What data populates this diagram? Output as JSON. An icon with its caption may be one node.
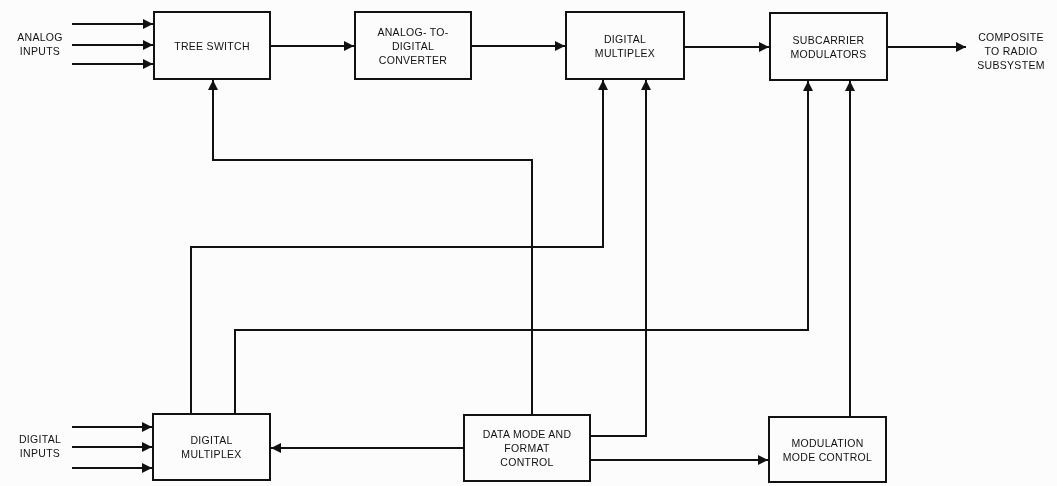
{
  "diagram": {
    "nodes": [
      {
        "text": [
          "TREE SWITCH"
        ]
      },
      {
        "text": [
          "ANALOG- TO-DIGITAL CONVERTER"
        ]
      },
      {
        "text": [
          "DIGITAL MULTIPLEX"
        ]
      },
      {
        "text": [
          "SUBCARRIER MODULATORS"
        ]
      },
      {
        "text": [
          "COMPOSITE TO RADIO SUBSYSTEM"
        ]
      },
      {
        "text": [
          "DIGITAL MULTIPLEX"
        ]
      },
      {
        "text": [
          "DATA MODE AND FORMAT CONTROL"
        ]
      },
      {
        "text": [
          "MODULATION MODE CONTROL"
        ]
      }
    ],
    "edges": [
      {
        "from": null,
        "to": 0,
        "arrow": "to"
      },
      {
        "from": null,
        "to": 0,
        "arrow": "to"
      },
      {
        "from": null,
        "to": 0,
        "arrow": "to"
      },
      {
        "from": 0,
        "to": 1,
        "arrow": "to"
      },
      {
        "from": 1,
        "to": 2,
        "arrow": "to"
      },
      {
        "from": 2,
        "to": 3,
        "arrow": "to"
      },
      {
        "from": 3,
        "to": 4,
        "arrow": "to"
      },
      {
        "from": 6,
        "to": 0,
        "arrow": "to"
      },
      {
        "from": 5,
        "to": 2,
        "arrow": "to"
      },
      {
        "from": 5,
        "to": 3,
        "arrow": "to"
      },
      {
        "from": 6,
        "to": 2,
        "arrow": "to"
      },
      {
        "from": 6,
        "to": 5,
        "arrow": "to"
      },
      {
        "from": 6,
        "to": 7,
        "arrow": "to"
      },
      {
        "from": 7,
        "to": 3,
        "arrow": "to"
      },
      {
        "from": null,
        "to": 5,
        "arrow": "to"
      },
      {
        "from": null,
        "to": 5,
        "arrow": "to"
      },
      {
        "from": null,
        "to": 5,
        "arrow": "to"
      }
    ],
    "labels": [
      "ANALOG INPUTS",
      "DIGITAL INPUTS"
    ]
  }
}
